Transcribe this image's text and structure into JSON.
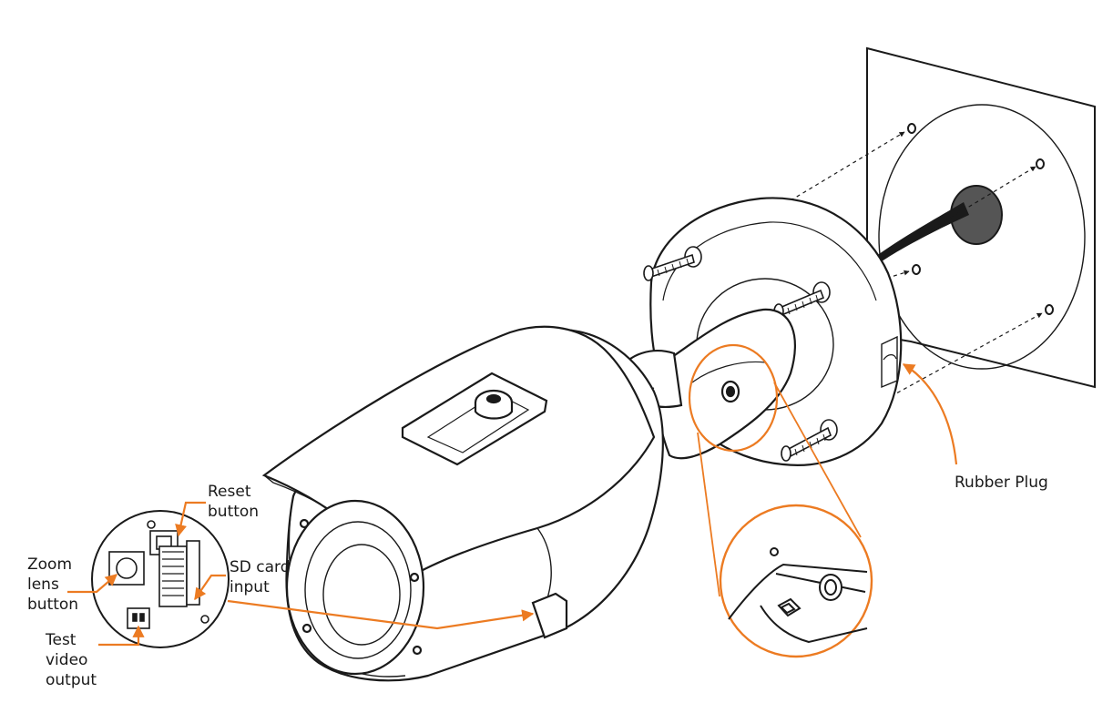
{
  "labels": {
    "reset_button": [
      "Reset",
      "button"
    ],
    "zoom_lens_button": [
      "Zoom",
      "lens",
      "button"
    ],
    "sd_card_input": [
      "SD card",
      "input"
    ],
    "test_video_output": [
      "Test",
      "video",
      "output"
    ],
    "rubber_plug": "Rubber Plug"
  },
  "colors": {
    "line": "#1a1a1a",
    "accent": "#ec7b22",
    "background": "#ffffff"
  }
}
